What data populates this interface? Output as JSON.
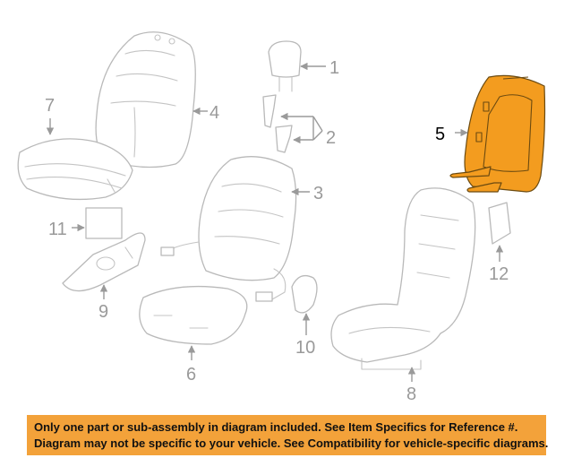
{
  "callouts": {
    "c1": "1",
    "c2": "2",
    "c3": "3",
    "c4": "4",
    "c5": "5",
    "c6": "6",
    "c7": "7",
    "c8": "8",
    "c9": "9",
    "c10": "10",
    "c11": "11",
    "c12": "12"
  },
  "highlighted_part": "5",
  "colors": {
    "highlight": "#f39c1f",
    "banner": "#f3a23a",
    "line_art": "#b9b9b9",
    "callout_text": "#9a9a9a"
  },
  "banner": {
    "line1": "Only one part or sub-assembly in diagram included. See Item Specifics for Reference #.",
    "line2": "Diagram may not be specific to your vehicle. See Compatibility for vehicle-specific diagrams."
  }
}
